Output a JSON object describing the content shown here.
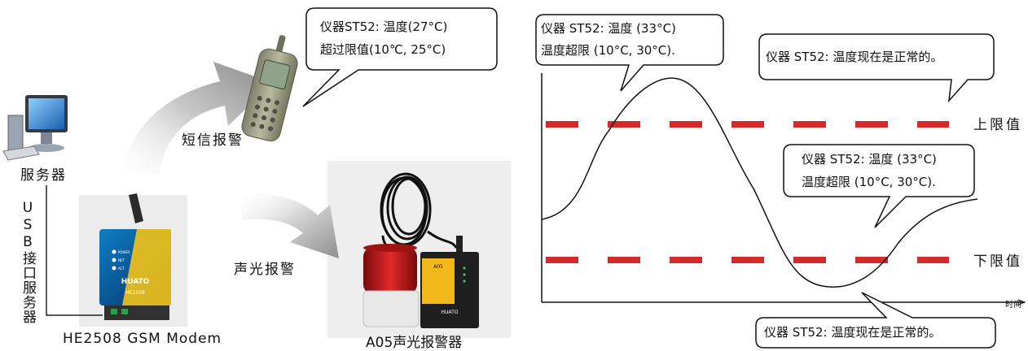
{
  "left": {
    "server_label": "服务器",
    "sms_label": "短信报警",
    "usb_label": "USB接口服务器",
    "sound_light_label": "声光报警",
    "modem_label": "HE2508 GSM Modem",
    "alarm_label": "A05声光报警器",
    "sms_bubble": {
      "line1": "仪器ST52: 温度(27°C)",
      "line2": "超过限值(10℃, 25°C)"
    },
    "modem_device": {
      "brand": "HUATO",
      "model": "HE2508",
      "leds": [
        "POWER",
        "NET",
        "ACT"
      ]
    },
    "alarm_device": {
      "brand": "HUATO",
      "model": "A05"
    }
  },
  "right": {
    "upper_limit_label": "上限值",
    "lower_limit_label": "下限值",
    "time_label": "时间",
    "bubble_peak": {
      "line1": "仪器 ST52: 温度 (33°C)",
      "line2": "温度超限 (10°C, 30°C)."
    },
    "bubble_normal_top": {
      "line1": "仪器 ST52: 温度现在是正常的。"
    },
    "bubble_fall": {
      "line1": "仪器 ST52: 温度 (33°C)",
      "line2": "温度超限 (10°C, 30°C)."
    },
    "bubble_normal_bottom": {
      "line1": "仪器 ST52: 温度现在是正常的。"
    },
    "colors": {
      "limit_line": "#d42a2a",
      "curve": "#111111"
    }
  }
}
